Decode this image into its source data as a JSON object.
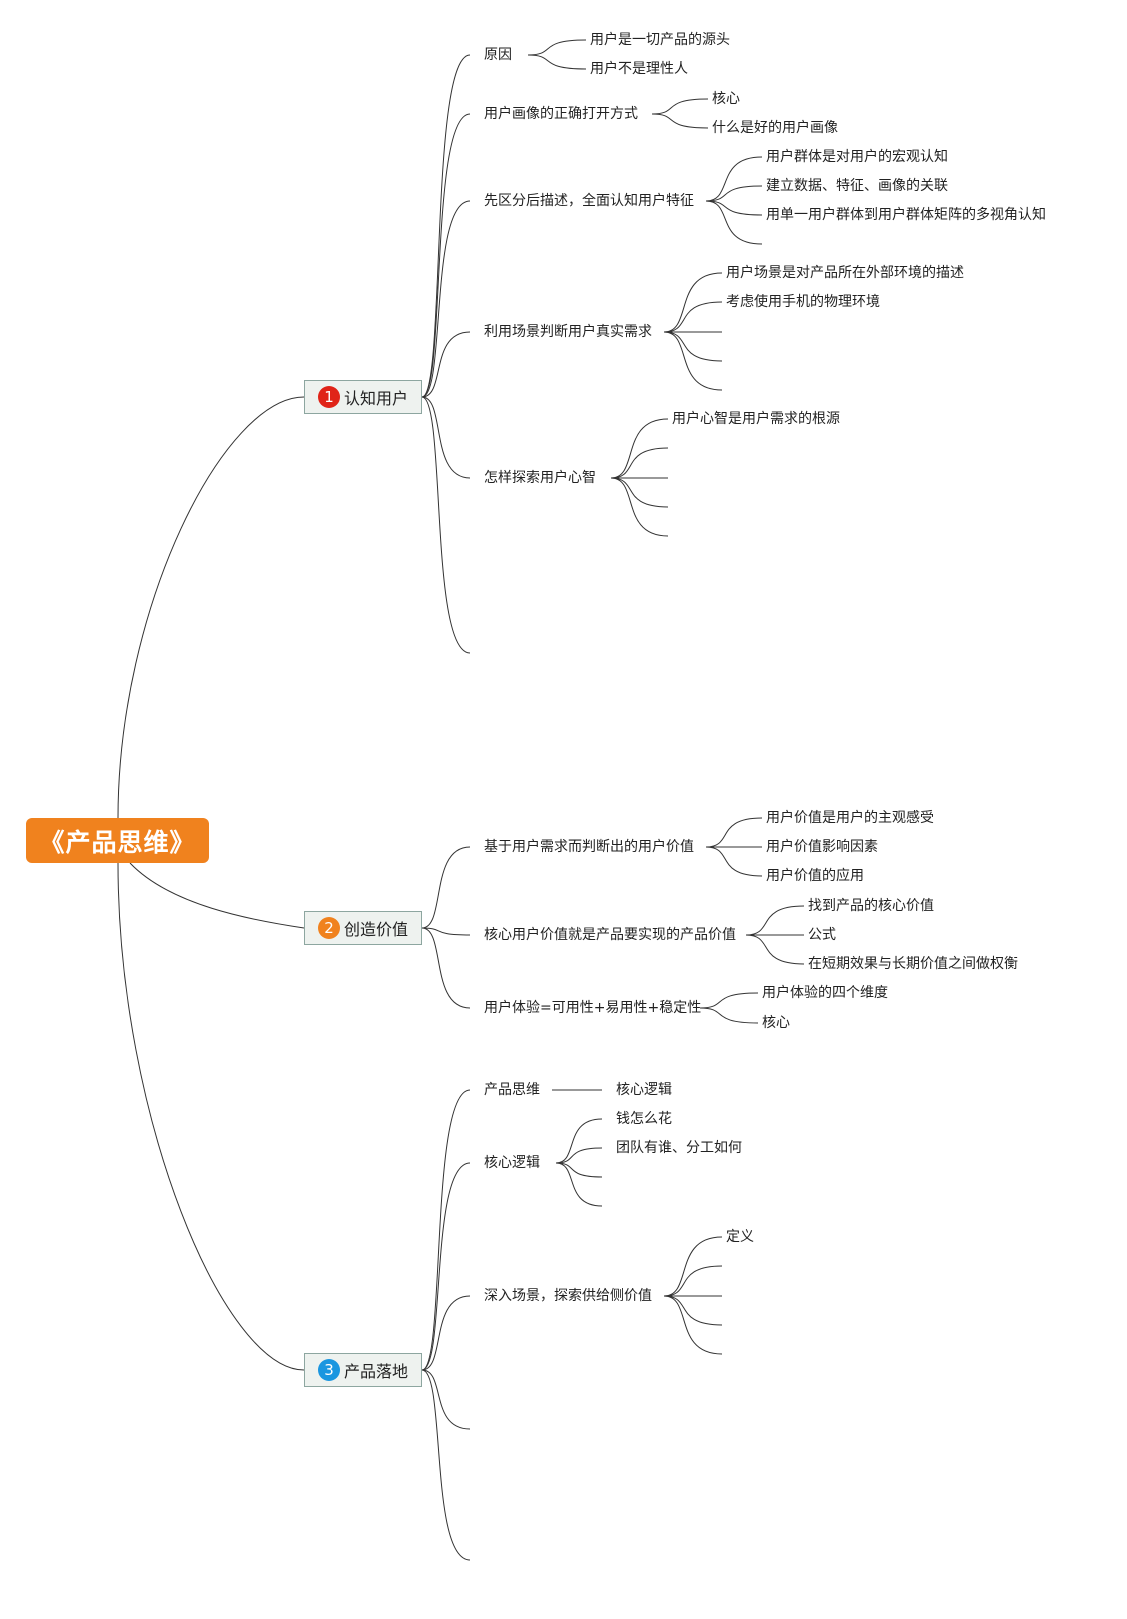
{
  "root": {
    "label": "《产品思维》",
    "color": "#f0821e"
  },
  "branches": [
    {
      "label": "认知用户",
      "badge": "1",
      "badge_color": "#e02418",
      "children": [
        {
          "label": "原因",
          "children": [
            "用户是一切产品的源头",
            "用户不是理性人"
          ]
        },
        {
          "label": "用户画像的正确打开方式",
          "children": [
            "核心",
            "什么是好的用户画像"
          ]
        },
        {
          "label": "先区分后描述，全面认知用户特征",
          "children": [
            "用户群体是对用户的宏观认知",
            "建立数据、特征、画像的关联",
            "用单一用户群体到用户群体矩阵的多视角认知",
            ""
          ]
        },
        {
          "label": "利用场景判断用户真实需求",
          "children": [
            "用户场景是对产品所在外部环境的描述",
            "考虑使用手机的物理环境",
            "",
            "",
            ""
          ]
        },
        {
          "label": "怎样探索用户心智",
          "children": [
            "用户心智是用户需求的根源",
            "",
            "",
            "",
            ""
          ]
        },
        {
          "label": "",
          "children": []
        }
      ]
    },
    {
      "label": "创造价值",
      "badge": "2",
      "badge_color": "#f0821e",
      "children": [
        {
          "label": "基于用户需求而判断出的用户价值",
          "children": [
            "用户价值是用户的主观感受",
            "用户价值影响因素",
            "用户价值的应用"
          ]
        },
        {
          "label": "核心用户价值就是产品要实现的产品价值",
          "children": [
            "找到产品的核心价值",
            "公式",
            "在短期效果与长期价值之间做权衡"
          ]
        },
        {
          "label": "用户体验=可用性+易用性+稳定性",
          "children": [
            "用户体验的四个维度",
            "核心"
          ]
        }
      ]
    },
    {
      "label": "产品落地",
      "badge": "3",
      "badge_color": "#1a96e0",
      "children": [
        {
          "label": "产品思维",
          "children": [
            "核心逻辑"
          ]
        },
        {
          "label": "核心逻辑",
          "children": [
            "钱怎么花",
            "团队有谁、分工如何",
            "",
            ""
          ]
        },
        {
          "label": "深入场景，探索供给侧价值",
          "children": [
            "定义",
            "",
            "",
            "",
            ""
          ]
        },
        {
          "label": "",
          "children": []
        },
        {
          "label": "",
          "children": []
        }
      ]
    }
  ]
}
